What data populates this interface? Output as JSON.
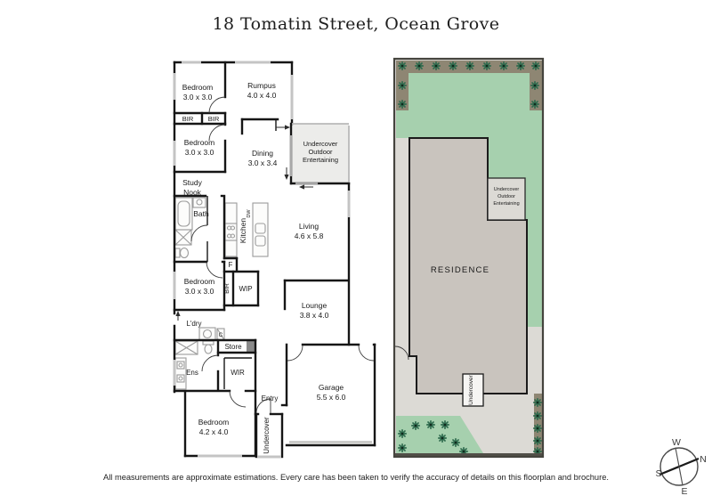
{
  "title": "18 Tomatin Street, Ocean Grove",
  "disclaimer": "All measurements are approximate estimations. Every care has been taken to verify the accuracy of details on this floorplan and brochure.",
  "floorplan": {
    "bedroom1": {
      "name": "Bedroom",
      "dims": "3.0 x 3.0"
    },
    "rumpus": {
      "name": "Rumpus",
      "dims": "4.0 x 4.0"
    },
    "bir_left": "BIR",
    "bir_right": "BIR",
    "bedroom2": {
      "name": "Bedroom",
      "dims": "3.0 x 3.0"
    },
    "dining": {
      "name": "Dining",
      "dims": "3.0 x 3.4"
    },
    "outdoor_line1": "Undercover",
    "outdoor_line2": "Outdoor",
    "outdoor_line3": "Entertaining",
    "study_line1": "Study",
    "study_line2": "Nook",
    "bath": "Bath",
    "kitchen": "Kitchen",
    "dishwasher": "DW",
    "fridge": "F",
    "living": {
      "name": "Living",
      "dims": "4.6 x 5.8"
    },
    "bedroom3": {
      "name": "Bedroom",
      "dims": "3.0 x 3.0"
    },
    "bir3": "BIR",
    "wip": "WIP",
    "lounge": {
      "name": "Lounge",
      "dims": "3.8 x 4.0"
    },
    "laundry": "L'dry",
    "cupboard": "C",
    "store": "Store",
    "ensuite": "Ens",
    "wir": "WIR",
    "bedroom4": {
      "name": "Bedroom",
      "dims": "4.2 x 4.0"
    },
    "entry": "Entry",
    "undercover": "Undercover",
    "garage": {
      "name": "Garage",
      "dims": "5.5 x 6.0"
    }
  },
  "siteplan": {
    "residence": "RESIDENCE",
    "outdoor_line1": "Undercover",
    "outdoor_line2": "Outdoor",
    "outdoor_line3": "Entertaining",
    "undercover": "Undercover"
  },
  "compass": {
    "north": "N",
    "south": "S",
    "east": "E",
    "west": "W"
  },
  "colors": {
    "lawn": "#a6d0ae",
    "garden_bed": "#8e8673",
    "plant": "#2f6b4e",
    "residence_fill": "#c9c4be",
    "paving": "#dcdad5",
    "outdoor_floor": "#ececea",
    "porch_fill": "#f6f5f3",
    "wall": "#1a1a1a",
    "window_gray": "#c4c4c4"
  }
}
